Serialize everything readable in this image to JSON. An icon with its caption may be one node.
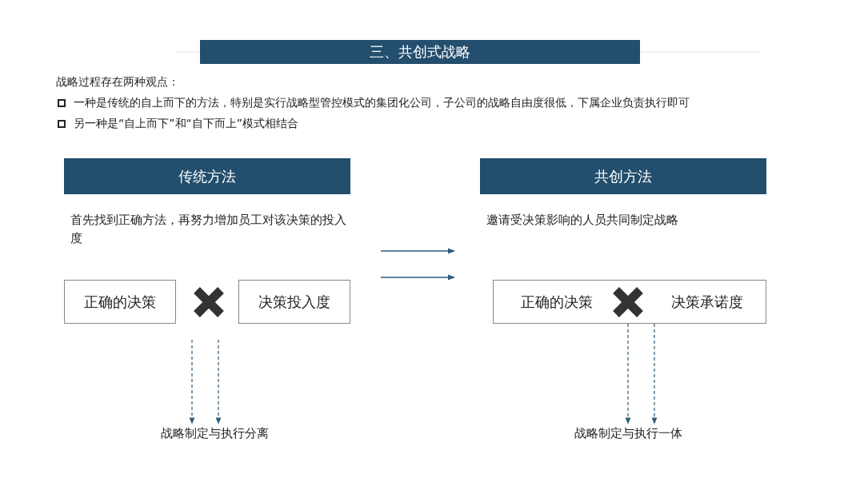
{
  "diagram": {
    "title": "三、共创式战略",
    "nodes": [
      {
        "text": [
          "传统方法"
        ]
      },
      {
        "text": [
          "正确的决策"
        ]
      },
      {
        "text": [
          "决策投入度"
        ]
      },
      {
        "text": [
          "共创方法"
        ]
      },
      {
        "text": [
          "正确的决策",
          "决策承诺度"
        ]
      },
      {
        "text": [
          "战略制定与执行分离"
        ]
      },
      {
        "text": [
          "战略制定与执行一体"
        ]
      }
    ],
    "edges": [
      {
        "from": null,
        "to": 5,
        "arrow": "to",
        "style": "dashed"
      },
      {
        "from": null,
        "to": 5,
        "arrow": "to",
        "style": "dashed"
      },
      {
        "from": 4,
        "to": 6,
        "arrow": "to",
        "style": "dashed"
      },
      {
        "from": 4,
        "to": 6,
        "arrow": "to",
        "style": "dashed"
      }
    ],
    "labels": [
      "战略过程存在两种观点：",
      "一种是传统的自上而下的方法，特别是实行战略型管控模式的集团化公司，子公司的战略自由度很低，下属企业负责执行即可",
      "另一种是“自上而下”和“自下而上”模式相结合",
      "首先找到正确方法，再努力增加员工对该决策的投入度",
      "邀请受决策影响的人员共同制定战略"
    ]
  }
}
